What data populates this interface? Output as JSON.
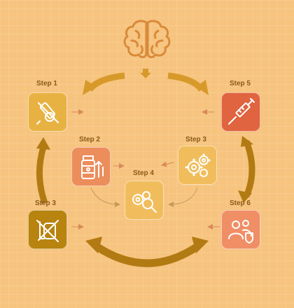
{
  "nodes": [
    {
      "id": "s1",
      "label": "Step 1",
      "icon": "no-vaccine-icon"
    },
    {
      "id": "s2",
      "label": "Step 2",
      "icon": "medicine-bottle-icon"
    },
    {
      "id": "s3a",
      "label": "Step 3",
      "icon": "gears-icon"
    },
    {
      "id": "s4",
      "label": "Step 4",
      "icon": "gear-magnifier-icon"
    },
    {
      "id": "s5",
      "label": "Step 5",
      "icon": "syringe-icon"
    },
    {
      "id": "s3b",
      "label": "Step 3",
      "icon": "crossed-syringe-icon"
    },
    {
      "id": "s6",
      "label": "Step 6",
      "icon": "people-shield-icon"
    }
  ],
  "center_icon": "brain-icon",
  "colors": {
    "background": "#f6c47f",
    "arrow": "#d79a2a",
    "arrow_dark": "#b27a12",
    "label": "#8a5a17"
  }
}
